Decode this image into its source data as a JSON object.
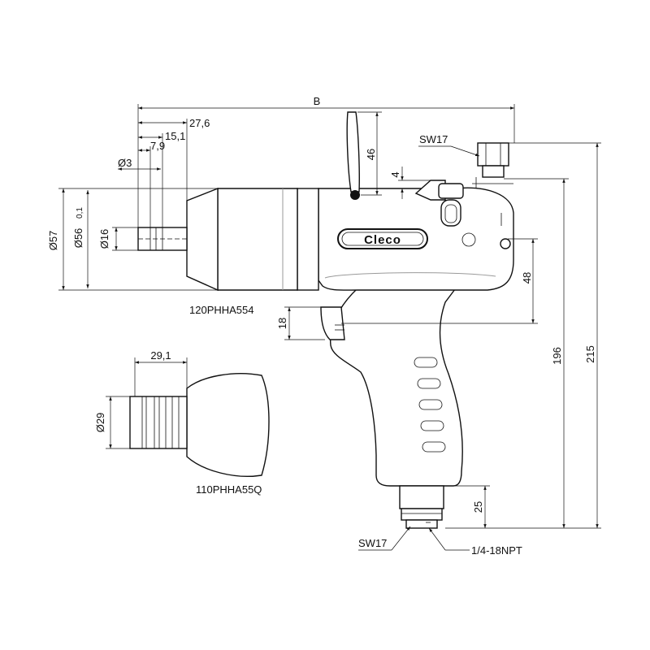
{
  "dimensions": {
    "b": "B",
    "d27_6": "27,6",
    "d15_1": "15,1",
    "d7_9": "7,9",
    "d3": "Ø3",
    "d57": "Ø57",
    "d56": "Ø56",
    "d56_tol": "0,1",
    "d16": "Ø16",
    "d46": "46",
    "d4": "4",
    "d48": "48",
    "d18": "18",
    "d196": "196",
    "d215": "215",
    "d25": "25",
    "d29_1": "29,1",
    "d29": "Ø29"
  },
  "labels": {
    "sw17_top": "SW17",
    "sw17_bottom": "SW17",
    "thread": "1/4-18NPT",
    "model_main": "120PHHA554",
    "model_alt": "110PHHA55Q",
    "brand": "Cleco"
  }
}
